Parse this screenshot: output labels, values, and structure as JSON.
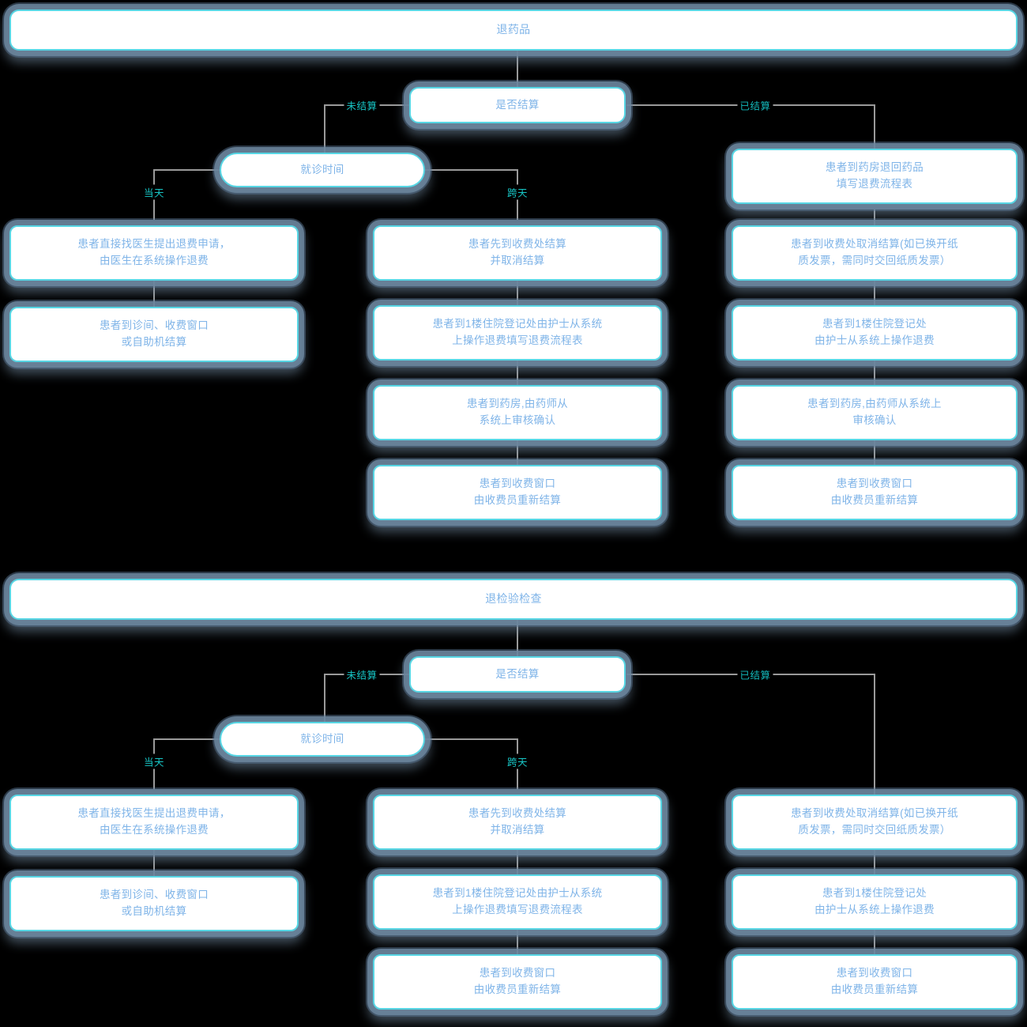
{
  "meta": {
    "title": "退药品 / 退检验检查 退费流程图",
    "colors": {
      "background": "#000000",
      "node_fill": "#ffffff",
      "node_border": "#57d6e4",
      "node_text": "#7fb4e8",
      "edge_label": "#17c6c6",
      "connector": "#9a9a9a",
      "shadow": "#6c869e"
    }
  },
  "sections": [
    {
      "id": "section-drug-return",
      "banner": "退药品",
      "decision": "是否结算",
      "branch_labels": {
        "left": "未结算",
        "right": "已结算"
      },
      "sub_decision": "就诊时间",
      "sub_branch_labels": {
        "left": "当天",
        "right": "跨天"
      },
      "columns": [
        {
          "id": "col-sameday",
          "steps": [
            "患者直接找医生提出退费申请，\n由医生在系统操作退费",
            "患者到诊间、收费窗口\n或自助机结算"
          ]
        },
        {
          "id": "col-crossday",
          "steps": [
            "患者先到收费处结算\n并取消结算",
            "患者到1楼住院登记处由护士从系统\n上操作退费填写退费流程表",
            "患者到药房,由药师从\n系统上审核确认",
            "患者到收费窗口\n由收费员重新结算"
          ]
        },
        {
          "id": "col-settled",
          "steps": [
            "患者到药房退回药品\n填写退费流程表",
            "患者到收费处取消结算(如已换开纸\n质发票，需同时交回纸质发票）",
            "患者到1楼住院登记处\n由护士从系统上操作退费",
            "患者到药房,由药师从系统上\n审核确认",
            "患者到收费窗口\n由收费员重新结算"
          ]
        }
      ]
    },
    {
      "id": "section-exam-return",
      "banner": "退检验检查",
      "decision": "是否结算",
      "branch_labels": {
        "left": "未结算",
        "right": "已结算"
      },
      "sub_decision": "就诊时间",
      "sub_branch_labels": {
        "left": "当天",
        "right": "跨天"
      },
      "columns": [
        {
          "id": "col-sameday-2",
          "steps": [
            "患者直接找医生提出退费申请，\n由医生在系统操作退费",
            "患者到诊间、收费窗口\n或自助机结算"
          ]
        },
        {
          "id": "col-crossday-2",
          "steps": [
            "患者先到收费处结算\n并取消结算",
            "患者到1楼住院登记处由护士从系统\n上操作退费填写退费流程表",
            "患者到收费窗口\n由收费员重新结算"
          ]
        },
        {
          "id": "col-settled-2",
          "steps": [
            "患者到收费处取消结算(如已换开纸\n质发票，需同时交回纸质发票）",
            "患者到1楼住院登记处\n由护士从系统上操作退费",
            "患者到收费窗口\n由收费员重新结算"
          ]
        }
      ]
    }
  ]
}
